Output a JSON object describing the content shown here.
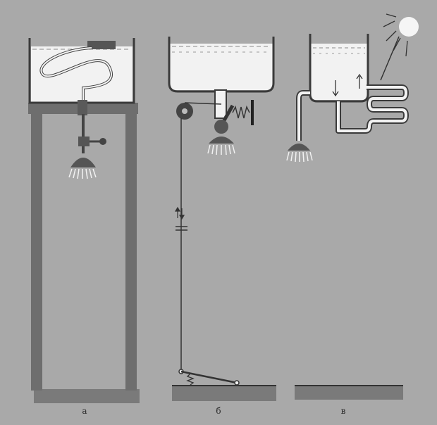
{
  "panels": [
    {
      "id": "a",
      "label": "а",
      "description_icon": "gravity-shower-with-valve"
    },
    {
      "id": "b",
      "label": "б",
      "description_icon": "foot-pedal-shower"
    },
    {
      "id": "c",
      "label": "в",
      "description_icon": "solar-heated-shower"
    }
  ],
  "colors": {
    "background": "#a9a9a9",
    "frame": "#6e6e6e",
    "water": "#f2f2f2",
    "line": "#3a3a3a",
    "ground": "#777777"
  }
}
